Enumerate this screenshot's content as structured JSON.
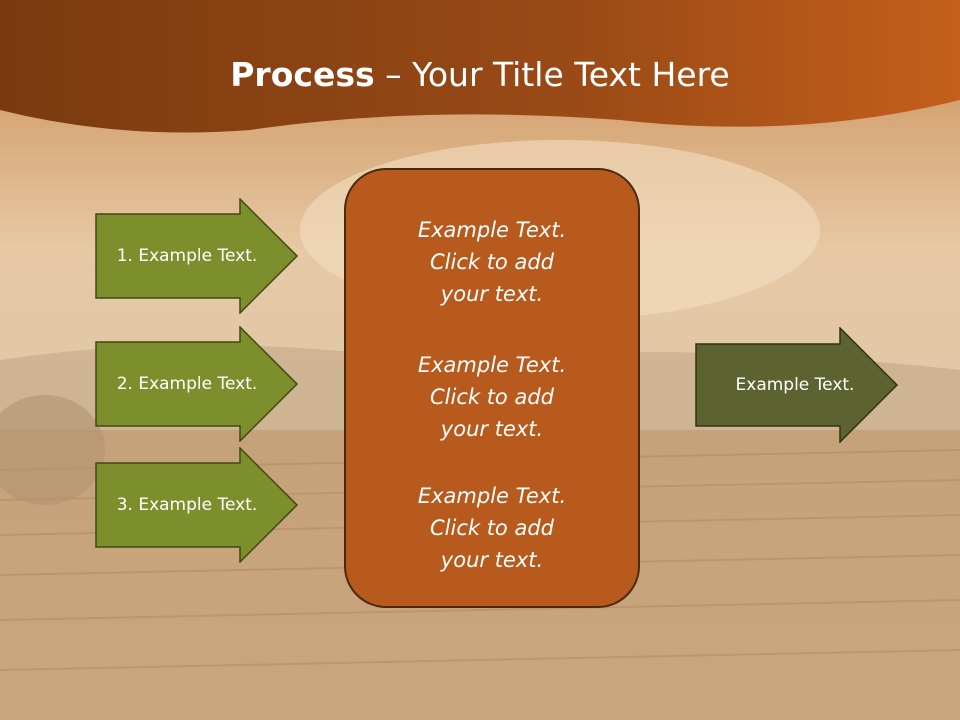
{
  "title": {
    "bold": "Process",
    "rest": " – Your Title Text Here"
  },
  "steps": [
    {
      "label": "1. Example Text."
    },
    {
      "label": "2. Example Text."
    },
    {
      "label": "3. Example Text."
    }
  ],
  "center_blocks": [
    {
      "lines": [
        "Example Text.",
        "Click  to add",
        "your text."
      ]
    },
    {
      "lines": [
        "Example Text.",
        "Click  to add",
        "your text."
      ]
    },
    {
      "lines": [
        "Example Text.",
        "Click  to add",
        "your text."
      ]
    }
  ],
  "output": {
    "label": "Example Text."
  },
  "colors": {
    "banner": "#8a3f10",
    "step_arrow": "#7d8f2c",
    "output_arrow": "#5d6330",
    "center_box": "#b85a1d"
  }
}
